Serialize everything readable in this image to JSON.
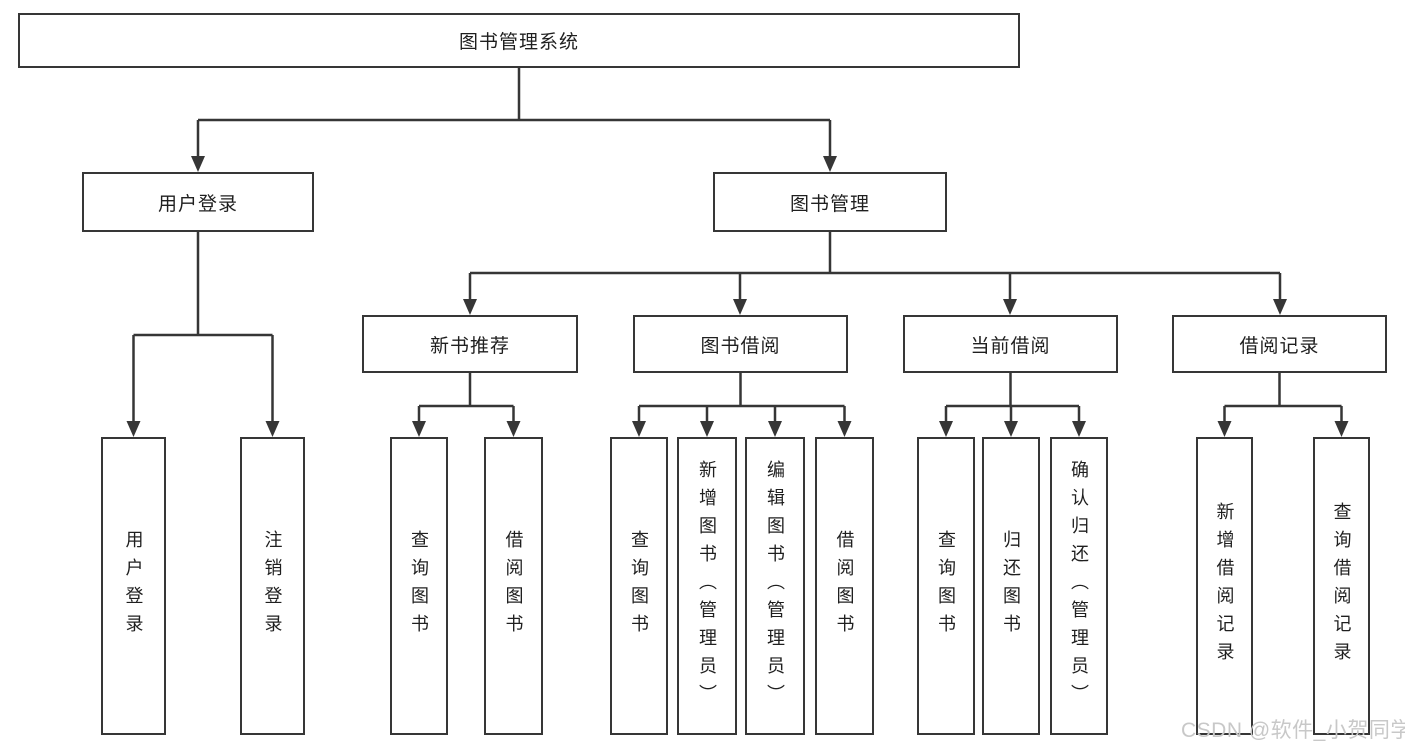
{
  "diagram": {
    "root": {
      "label": "图书管理系统"
    },
    "level2": [
      {
        "label": "用户登录"
      },
      {
        "label": "图书管理"
      }
    ],
    "level3": [
      {
        "label": "新书推荐"
      },
      {
        "label": "图书借阅"
      },
      {
        "label": "当前借阅"
      },
      {
        "label": "借阅记录"
      }
    ],
    "leaves": {
      "user_login": [
        "用户登录",
        "注销登录"
      ],
      "new_book": [
        "查询图书",
        "借阅图书"
      ],
      "book_borrow": [
        "查询图书",
        "新增图书（管理员）",
        "编辑图书（管理员）",
        "借阅图书"
      ],
      "current_borrow": [
        "查询图书",
        "归还图书",
        "确认归还（管理员）"
      ],
      "borrow_record": [
        "新增借阅记录",
        "查询借阅记录"
      ]
    }
  },
  "watermark": "CSDN @软件_小贺同学",
  "colors": {
    "line": "#363636",
    "text": "#1f1f1f",
    "box_background": "#ffffff",
    "watermark": "#c8c8c8"
  }
}
